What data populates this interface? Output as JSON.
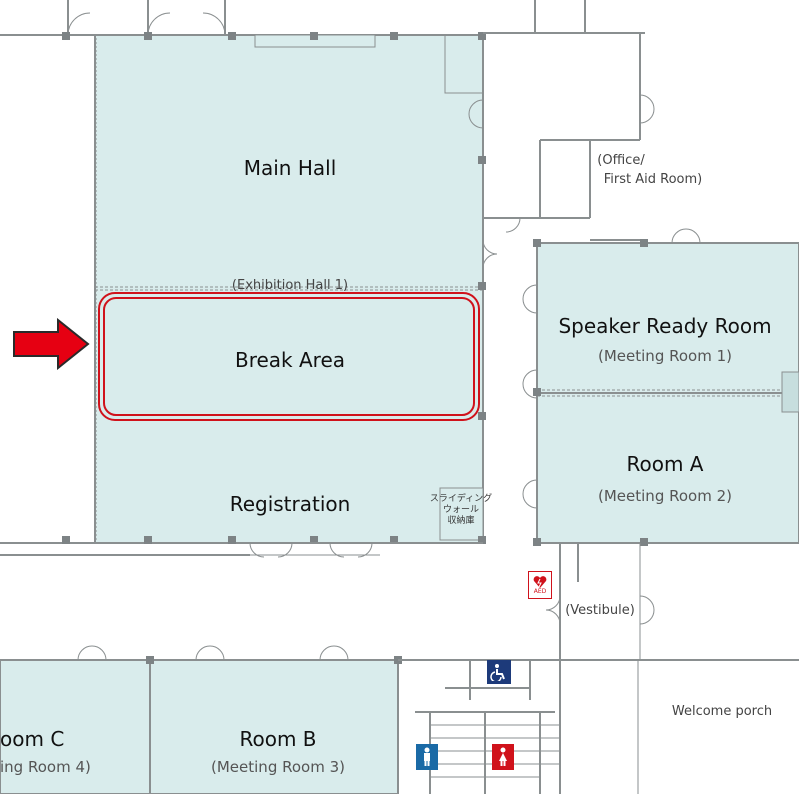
{
  "colors": {
    "room_fill": "#d9ecec",
    "wall": "#8a8f90",
    "highlight": "#d0121b",
    "arrow": "#e60012",
    "accessible": "#1d3a7a",
    "mens": "#1a6aa6",
    "womens": "#d0121b"
  },
  "rooms": {
    "main_hall": "Main Hall",
    "exhibition_hall": "(Exhibition Hall 1)",
    "break_area": "Break Area",
    "registration": "Registration",
    "sliding_wall_storage": [
      "スライディング",
      "ウォール",
      "収納庫"
    ],
    "office": "(Office/",
    "first_aid": "First Aid Room)",
    "speaker_ready": "Speaker Ready Room",
    "meeting_room_1": "(Meeting Room 1)",
    "room_a": "Room A",
    "meeting_room_2": "(Meeting Room 2)",
    "vestibule": "(Vestibule)",
    "welcome_porch": "Welcome porch",
    "room_b": "Room B",
    "meeting_room_3": "(Meeting Room 3)",
    "room_c": "oom C",
    "meeting_room_4": "ing Room 4)"
  },
  "icons": {
    "aed": "AED",
    "accessible": "wheelchair-icon",
    "mens": "mens-restroom-icon",
    "womens": "womens-restroom-icon",
    "arrow": "location-arrow-icon"
  },
  "highlighted_room": "Break Area"
}
